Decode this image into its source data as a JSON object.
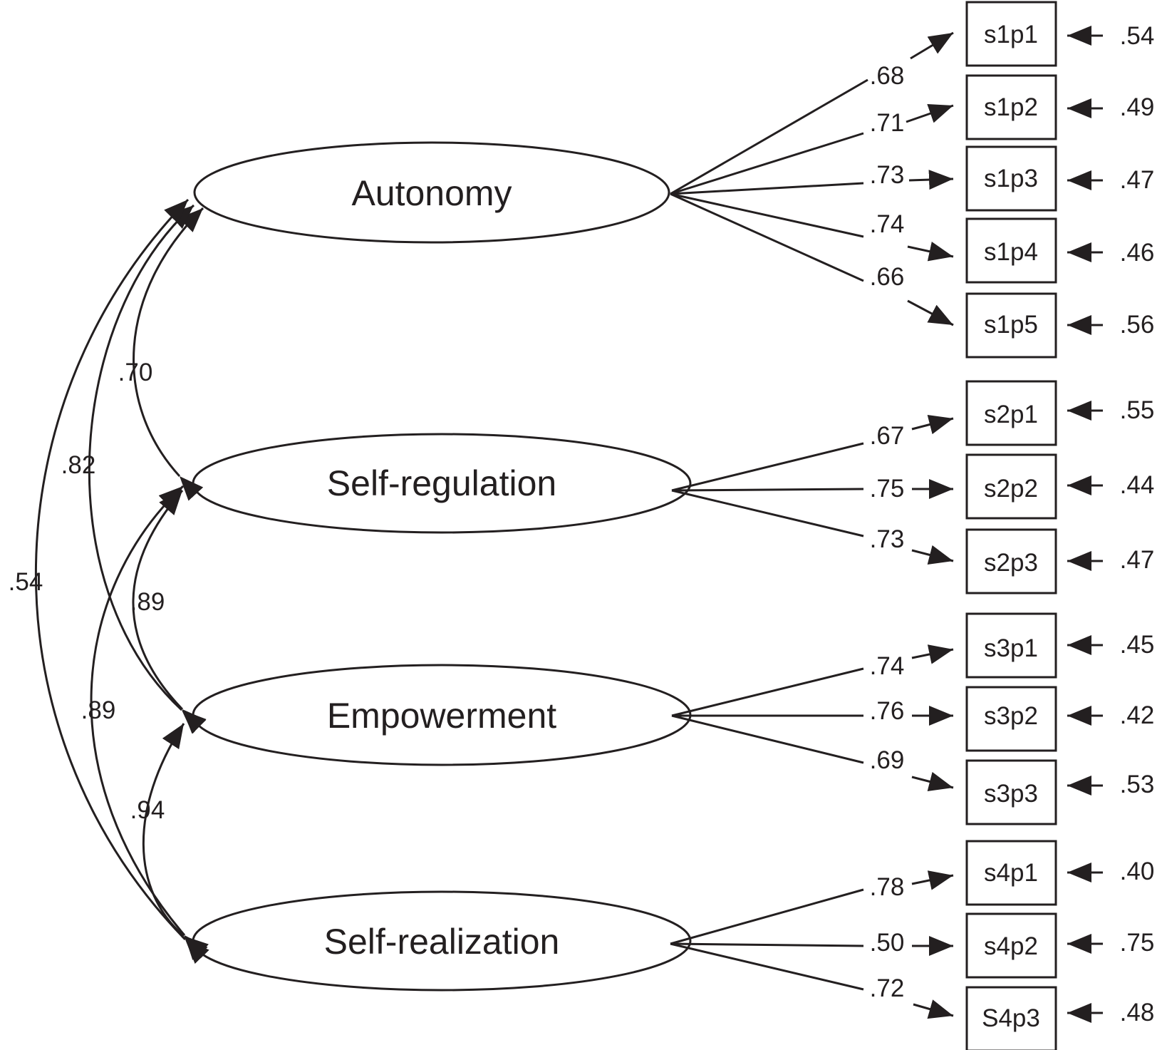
{
  "factors": [
    {
      "name": "Autonomy"
    },
    {
      "name": "Self-regulation"
    },
    {
      "name": "Empowerment"
    },
    {
      "name": "Self-realization"
    }
  ],
  "indicators": [
    {
      "label": "s1p1",
      "factor": 0,
      "loading": ".68",
      "error": ".54"
    },
    {
      "label": "s1p2",
      "factor": 0,
      "loading": ".71",
      "error": ".49"
    },
    {
      "label": "s1p3",
      "factor": 0,
      "loading": ".73",
      "error": ".47"
    },
    {
      "label": "s1p4",
      "factor": 0,
      "loading": ".74",
      "error": ".46"
    },
    {
      "label": "s1p5",
      "factor": 0,
      "loading": ".66",
      "error": ".56"
    },
    {
      "label": "s2p1",
      "factor": 1,
      "loading": ".67",
      "error": ".55"
    },
    {
      "label": "s2p2",
      "factor": 1,
      "loading": ".75",
      "error": ".44"
    },
    {
      "label": "s2p3",
      "factor": 1,
      "loading": ".73",
      "error": ".47"
    },
    {
      "label": "s3p1",
      "factor": 2,
      "loading": ".74",
      "error": ".45"
    },
    {
      "label": "s3p2",
      "factor": 2,
      "loading": ".76",
      "error": ".42"
    },
    {
      "label": "s3p3",
      "factor": 2,
      "loading": ".69",
      "error": ".53"
    },
    {
      "label": "s4p1",
      "factor": 3,
      "loading": ".78",
      "error": ".40"
    },
    {
      "label": "s4p2",
      "factor": 3,
      "loading": ".50",
      "error": ".75"
    },
    {
      "label": "S4p3",
      "factor": 3,
      "loading": ".72",
      "error": ".48"
    }
  ],
  "correlations": [
    {
      "from": 0,
      "to": 1,
      "value": ".70"
    },
    {
      "from": 0,
      "to": 2,
      "value": ".82"
    },
    {
      "from": 0,
      "to": 3,
      "value": ".54"
    },
    {
      "from": 1,
      "to": 2,
      "value": ".89"
    },
    {
      "from": 1,
      "to": 3,
      "value": ".89"
    },
    {
      "from": 2,
      "to": 3,
      "value": ".94"
    }
  ],
  "colors": {
    "ink": "#231f20",
    "background": "#ffffff"
  }
}
